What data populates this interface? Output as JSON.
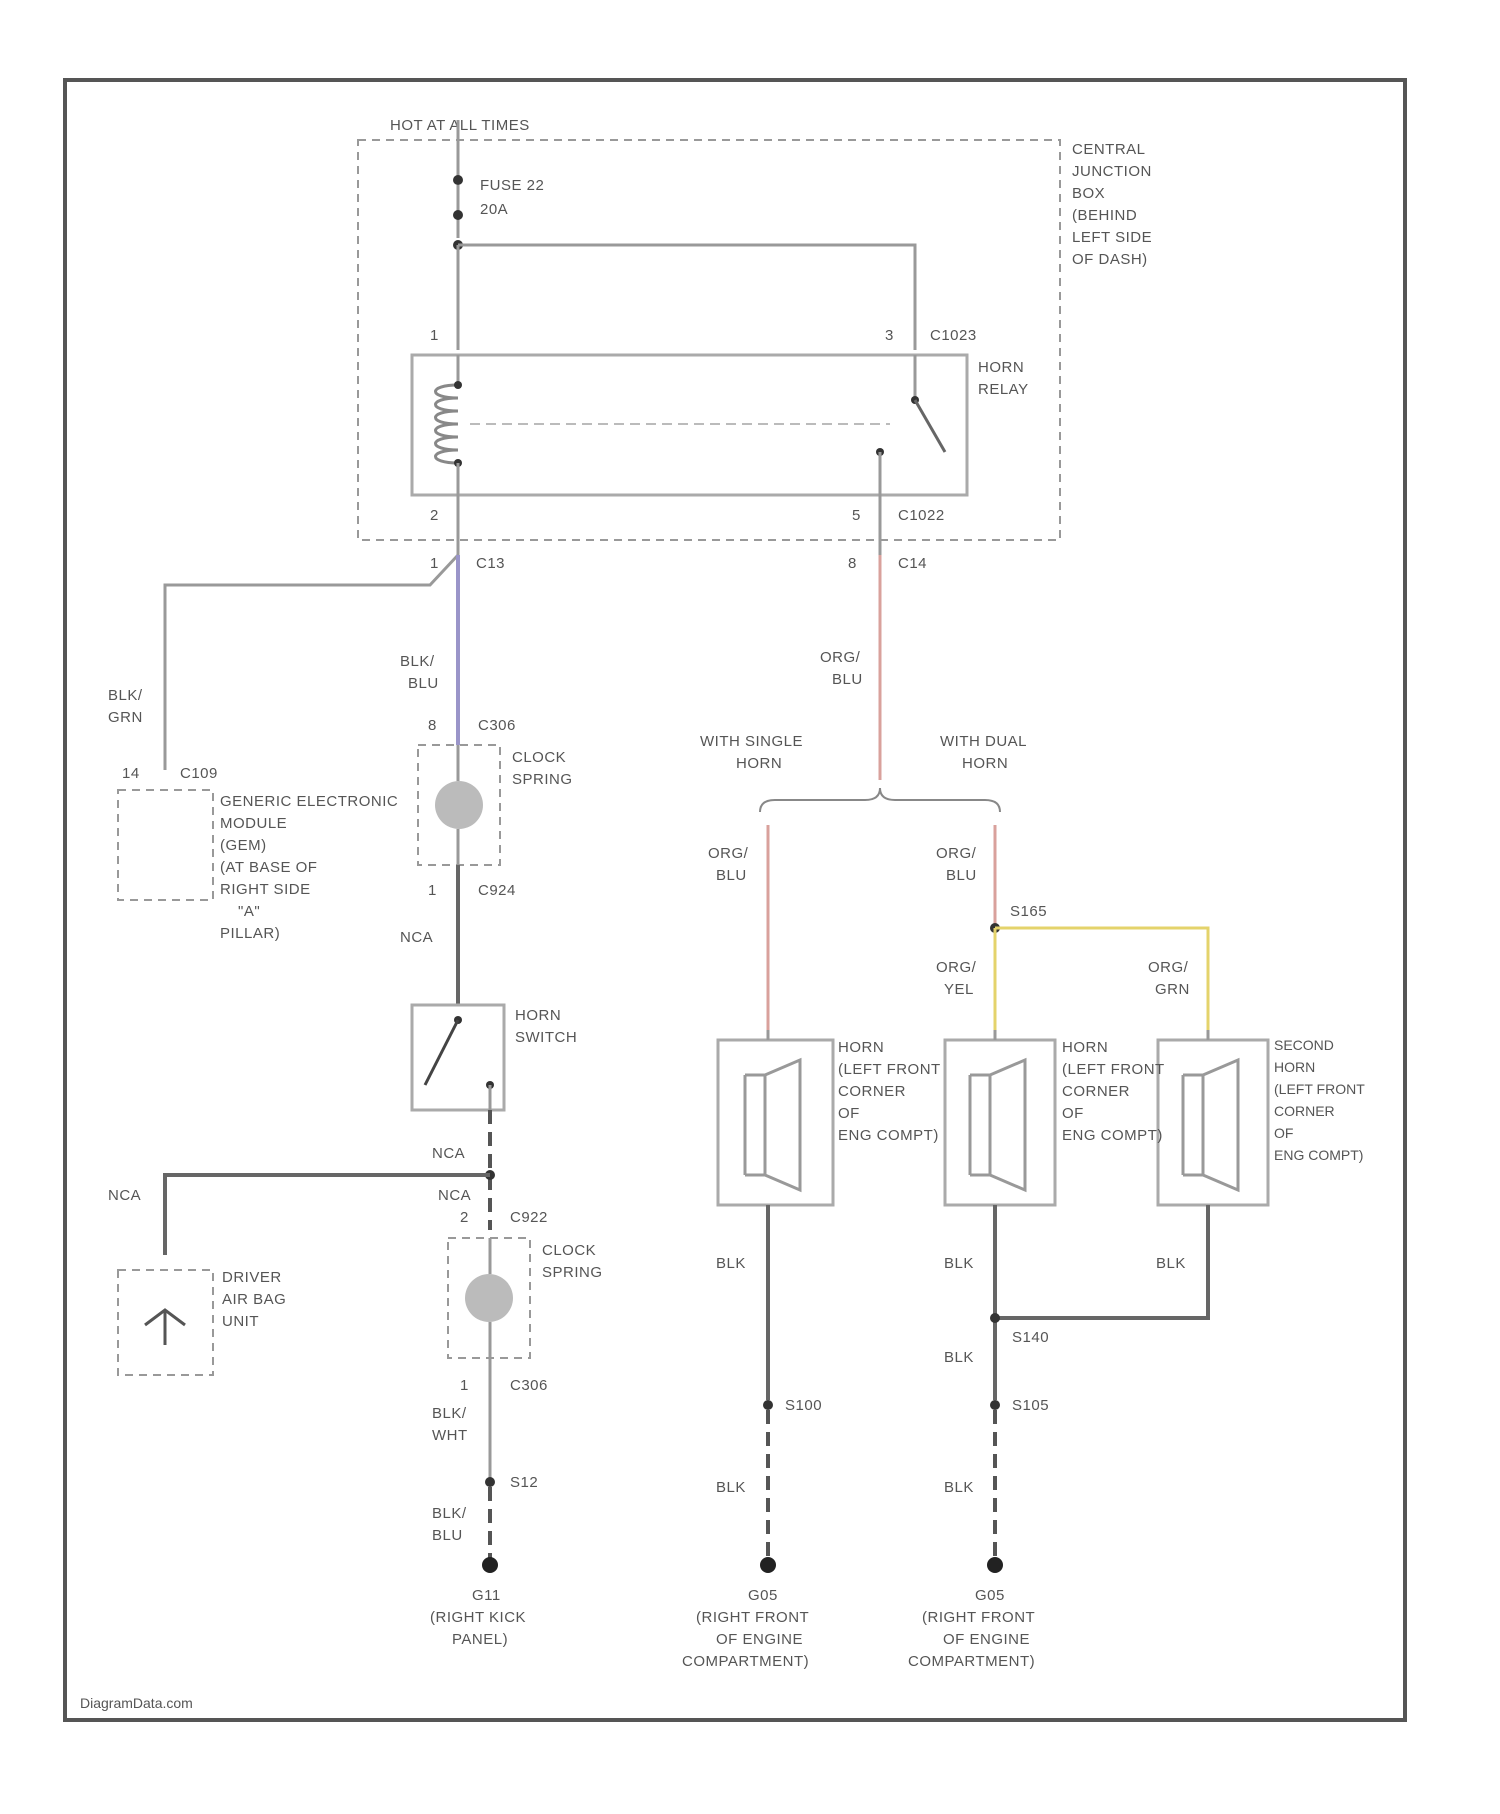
{
  "labels": {
    "hot_at_all_times": "HOT AT ALL TIMES",
    "fuse_name": "FUSE 22",
    "fuse_rating": "20A",
    "cjb_title": [
      "CENTRAL",
      "JUNCTION",
      "BOX",
      "(BEHIND",
      "LEFT SIDE",
      "OF DASH)"
    ],
    "relay_pin_1": "1",
    "relay_pin_3": "3",
    "relay_conn_top": "C1023",
    "relay_name": [
      "HORN",
      "RELAY"
    ],
    "relay_pin_2": "2",
    "relay_pin_5": "5",
    "relay_conn_bottom": "C1022",
    "c13_pin": "1",
    "c13_conn": "C13",
    "c14_pin": "8",
    "c14_conn": "C14",
    "wire_blu_blu": [
      "BLK/",
      "BLU"
    ],
    "wire_blu_grn": [
      "BLK/",
      "GRN"
    ],
    "clock_spring_top_pin": "8",
    "clock_spring_top_conn": "C306",
    "clock_spring_name": [
      "CLOCK",
      "SPRING"
    ],
    "gem_pin": "14",
    "gem_conn": "C109",
    "gem_name": [
      "GENERIC ELECTRONIC",
      "MODULE",
      "(GEM)",
      "(AT BASE OF",
      "RIGHT SIDE",
      "\"A\"",
      "PILLAR)"
    ],
    "clock_spring_bottom_pin": "1",
    "clock_spring_bottom_conn": "C924",
    "wire_nca_1": "NCA",
    "horn_switch_name": [
      "HORN",
      "SWITCH"
    ],
    "wire_nca_2": "NCA",
    "wire_nca_left": "NCA",
    "wire_nca_3": "NCA",
    "cs2_top_pin": "2",
    "cs2_top_conn": "C922",
    "clock_spring2_name": [
      "CLOCK",
      "SPRING"
    ],
    "airbag_name": [
      "DRIVER",
      "AIR BAG",
      "UNIT"
    ],
    "cs2_bottom_pin": "1",
    "cs2_bottom_conn": "C306",
    "wire_blk_wht": [
      "BLK/",
      "WHT"
    ],
    "splice_s12": "S12",
    "wire_blk_blu": [
      "BLK/",
      "BLU"
    ],
    "ground_g11": [
      "G11",
      "(RIGHT KICK",
      "PANEL)"
    ],
    "wire_org_blu_main": [
      "ORG/",
      "BLU"
    ],
    "with_single_horn": [
      "WITH SINGLE",
      "HORN"
    ],
    "with_dual_horn": [
      "WITH DUAL",
      "HORN"
    ],
    "wire_org_blu_single": [
      "ORG/",
      "BLU"
    ],
    "wire_org_blu_dual": [
      "ORG/",
      "BLU"
    ],
    "splice_s165": "S165",
    "wire_org_yel": [
      "ORG/",
      "YEL"
    ],
    "wire_org_grn": [
      "ORG/",
      "GRN"
    ],
    "horn1_name": [
      "HORN",
      "(LEFT FRONT",
      "CORNER",
      "OF",
      "ENG COMPT)"
    ],
    "horn2_name": [
      "HORN",
      "(LEFT FRONT",
      "CORNER",
      "OF",
      "ENG COMPT)"
    ],
    "horn3_name": [
      "SECOND",
      "HORN",
      "(LEFT FRONT",
      "CORNER",
      "OF",
      "ENG COMPT)"
    ],
    "wire_blk_1": "BLK",
    "wire_blk_2": "BLK",
    "wire_blk_3": "BLK",
    "splice_s140": "S140",
    "wire_blk_4": "BLK",
    "splice_s100": "S100",
    "splice_s105": "S105",
    "wire_blk_5": "BLK",
    "wire_blk_6": "BLK",
    "ground_g_left": [
      "G05",
      "(RIGHT FRONT",
      "OF ENGINE",
      "COMPARTMENT)"
    ],
    "ground_g_right": [
      "G05",
      "(RIGHT FRONT",
      "OF ENGINE",
      "COMPARTMENT)"
    ],
    "watermark": "DiagramData.com"
  },
  "colors": {
    "wire_blu": "#9a95c9",
    "wire_org": "#d9a19c",
    "wire_yel": "#e4d36b",
    "wire_dark": "#666666"
  }
}
